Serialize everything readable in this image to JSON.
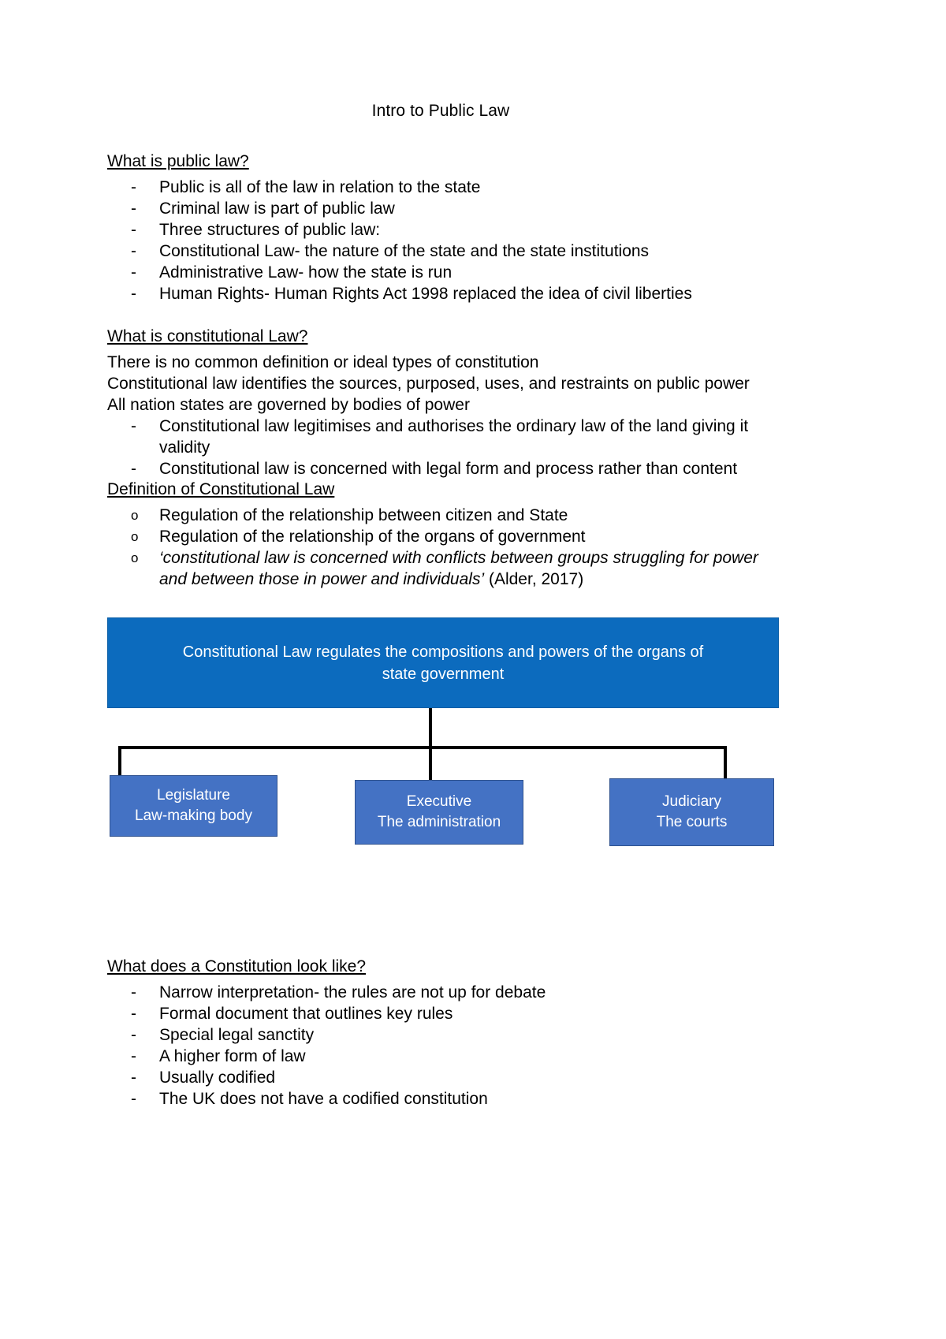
{
  "document": {
    "title": "Intro to Public Law"
  },
  "sections": {
    "public_law": {
      "heading": "What is public law?",
      "bullets": [
        "Public is all of the law in relation to the state",
        "Criminal law is part of public law",
        "Three structures of public law:",
        "Constitutional Law- the nature of the state and the state institutions",
        "Administrative Law- how the state is run",
        "Human Rights- Human Rights Act 1998 replaced the idea of civil liberties"
      ]
    },
    "constitutional_law": {
      "heading": "What is constitutional Law?",
      "paragraphs": [
        "There is no common definition or ideal types of constitution",
        "Constitutional law identifies the sources, purposed, uses, and restraints on public power",
        "All nation states are governed by bodies of power"
      ],
      "bullets": [
        "Constitutional law legitimises and authorises the ordinary law of the land giving it validity",
        "Constitutional law is concerned with legal form and process rather than content"
      ]
    },
    "definition": {
      "heading": "Definition of Constitutional Law ",
      "items": [
        "Regulation of the relationship between citizen and State",
        "Regulation of the relationship of the organs of government"
      ],
      "quote_italic": "‘constitutional law is concerned with conflicts between groups struggling for power and between those in power and individuals’",
      "quote_citation": " (Alder, 2017)"
    },
    "constitution_look": {
      "heading": "What does a Constitution look like?",
      "bullets": [
        "Narrow interpretation- the rules are not up for debate",
        "Formal document that outlines key rules",
        "Special legal sanctity",
        "A higher form of law",
        "Usually codified",
        "The UK does not have a codified constitution"
      ]
    }
  },
  "orgchart": {
    "top_box": {
      "text": "Constitutional Law regulates the compositions and powers of the organs of state government",
      "color": "#0C6BBE"
    },
    "children": [
      {
        "line1": "Legislature",
        "line2": "Law-making body",
        "color": "#4472C4"
      },
      {
        "line1": "Executive",
        "line2": "The administration",
        "color": "#4472C4"
      },
      {
        "line1": "Judiciary",
        "line2": "The courts",
        "color": "#4472C4"
      }
    ],
    "connector_color": "#000000"
  }
}
